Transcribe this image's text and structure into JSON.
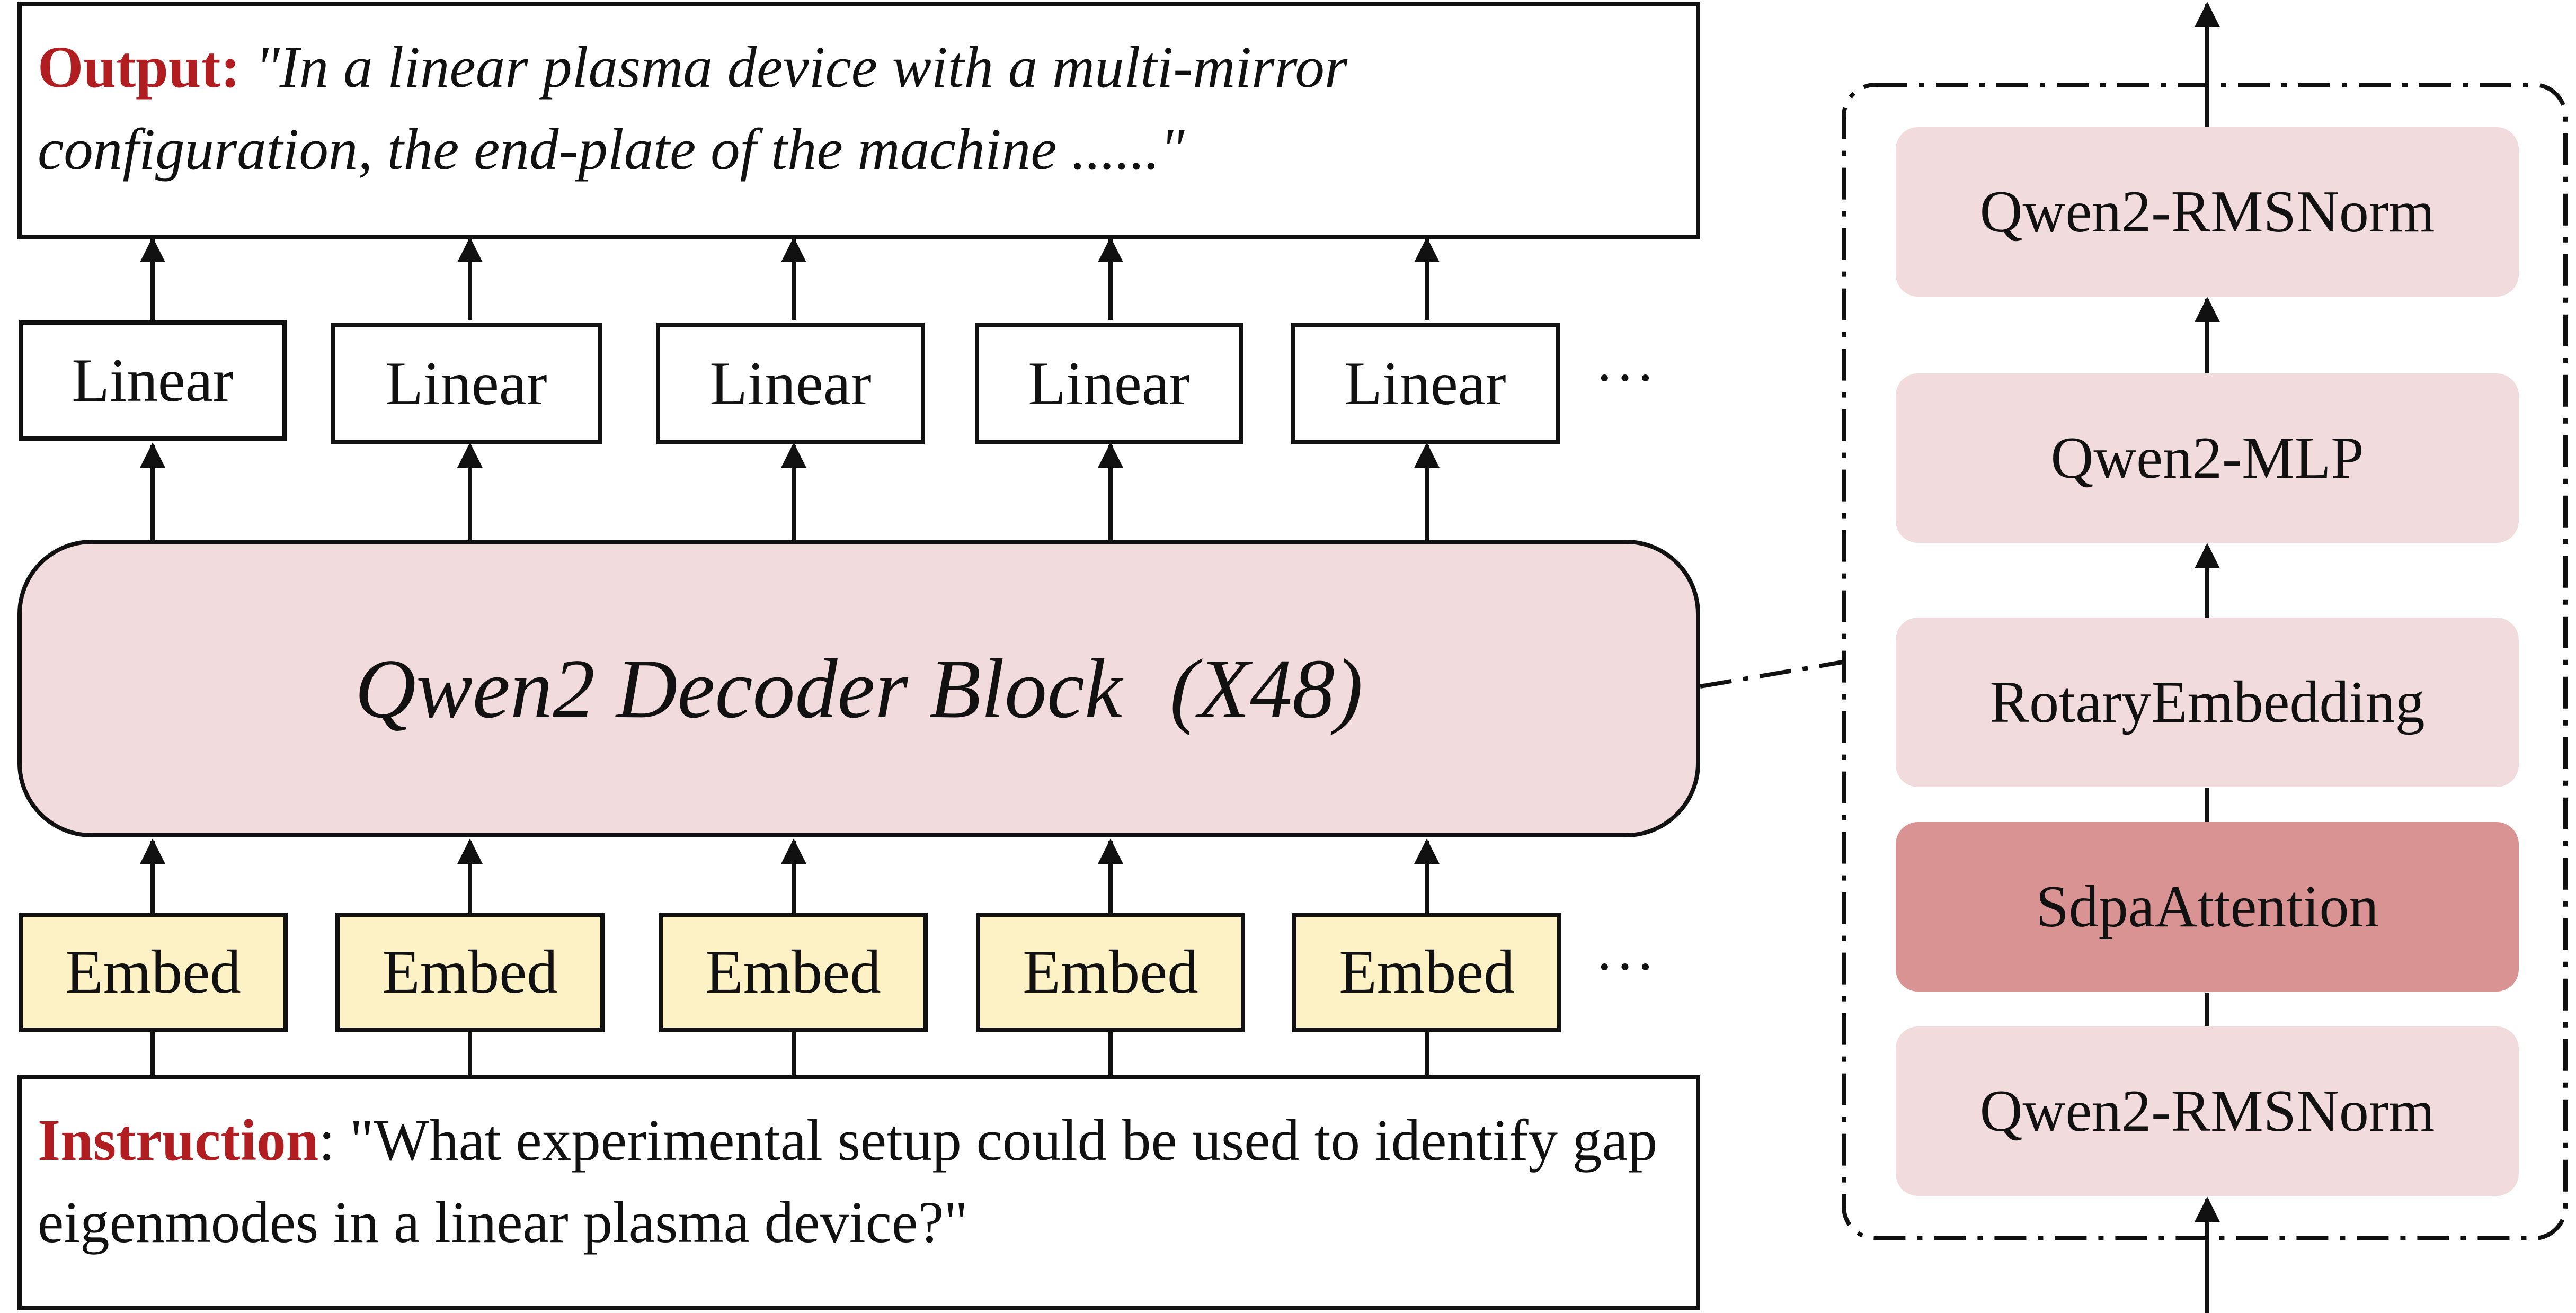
{
  "colors": {
    "stroke": "#111111",
    "decoder_fill": "#f1dbdc",
    "embed_fill": "#fdf1c6",
    "layer_fill": "#f1dbdc",
    "attention_fill": "#d99392",
    "keyword_red": "#b01e22"
  },
  "output": {
    "label": "Output",
    "separator": ": ",
    "text": "\"In a linear plasma device with a multi-mirror configuration, the end-plate of the machine ......\""
  },
  "instruction": {
    "label": "Instruction",
    "separator": ": ",
    "text": "\"What experimental setup could be used to identify gap eigenmodes in a linear plasma device?\""
  },
  "linear_layers": [
    "Linear",
    "Linear",
    "Linear",
    "Linear",
    "Linear"
  ],
  "embed_layers": [
    "Embed",
    "Embed",
    "Embed",
    "Embed",
    "Embed"
  ],
  "ellipsis": "···",
  "decoder": {
    "label": "Qwen2 Decoder Block",
    "repeat": "(X48)"
  },
  "block_detail": {
    "layers": [
      "Qwen2-RMSNorm",
      "Qwen2-MLP",
      "RotaryEmbedding",
      "SdpaAttention",
      "Qwen2-RMSNorm"
    ]
  }
}
